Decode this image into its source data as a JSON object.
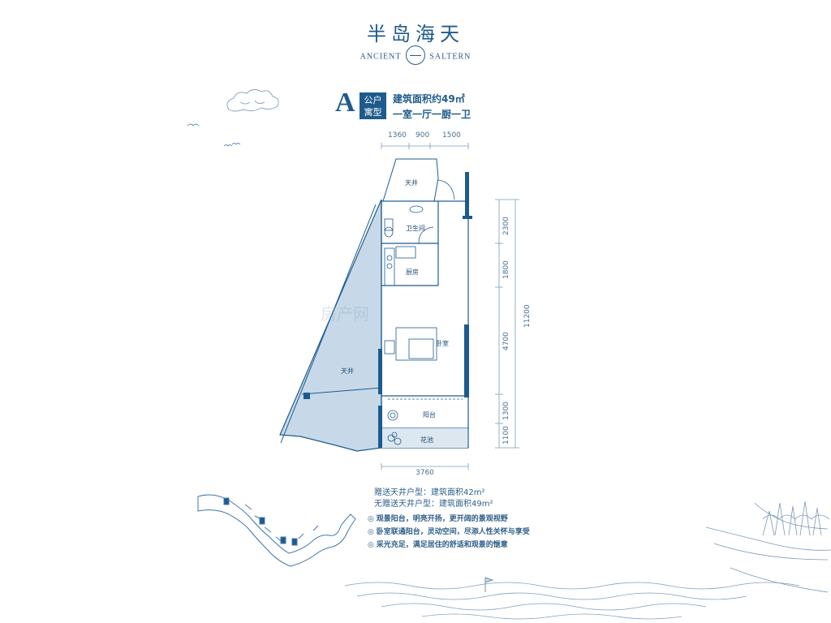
{
  "brand": {
    "title": "半岛海天",
    "subtitle_left": "ANCIENT",
    "subtitle_right": "SALTERN"
  },
  "unit": {
    "letter": "A",
    "type_line1": "公户",
    "type_line2": "寓型",
    "area": "建筑面积约49㎡",
    "layout": "一室一厅一厨一卫"
  },
  "dimensions": {
    "top": [
      "1360",
      "900",
      "1500"
    ],
    "right": [
      "2300",
      "1800",
      "4700",
      "1300",
      "1100"
    ],
    "total_height": "11200",
    "bottom": "3760"
  },
  "rooms": {
    "skywell_top": "天井",
    "bathroom": "卫生间",
    "kitchen": "厨房",
    "bedroom": "卧室",
    "skywell_side": "天井",
    "balcony": "阳台",
    "planter": "花池"
  },
  "notes": {
    "with_skywell": "赠送天井户型：建筑面积42m²",
    "without_skywell": "无赠送天井户型：建筑面积49m²"
  },
  "features": [
    "观景阳台，明亮开扬，更开阔的景观视野",
    "卧室联通阳台，灵动空间，尽添人性关怀与享受",
    "采光充足，满足居住的舒适和观景的惬意"
  ],
  "watermark": "房产网",
  "colors": {
    "primary": "#1f5a8c",
    "wall": "#1d5b8e",
    "skywell_fill": "#c7d9e8",
    "line": "#7a9cbc"
  }
}
